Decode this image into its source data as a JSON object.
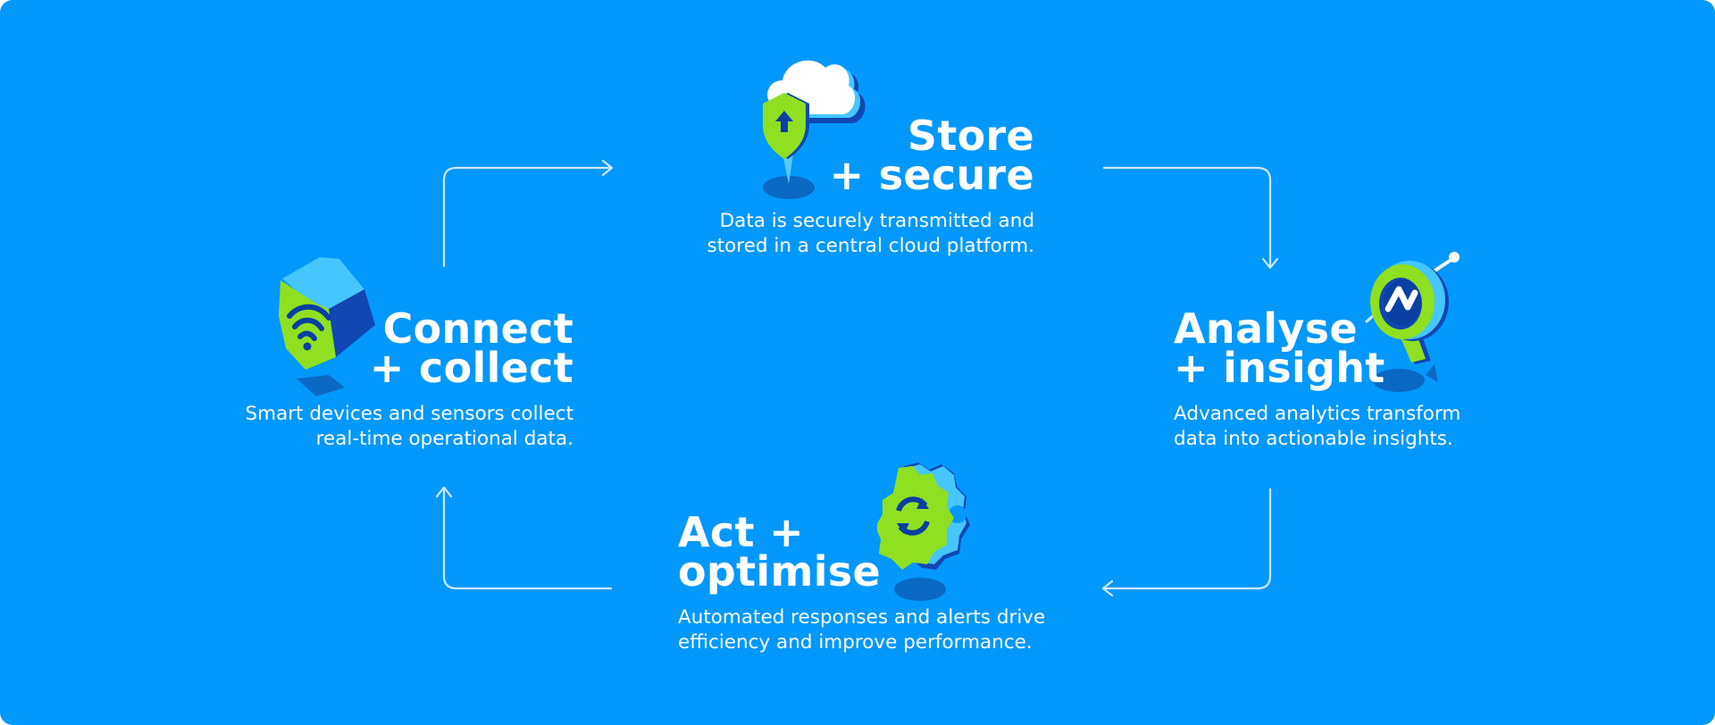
{
  "stages": [
    {
      "id": "store",
      "title_lines": [
        "Store",
        "+ secure"
      ],
      "description_lines": [
        "Data is securely transmitted and",
        "stored in a central cloud platform."
      ]
    },
    {
      "id": "analyse",
      "title_lines": [
        "Analyse",
        "+ insight"
      ],
      "description_lines": [
        "Advanced analytics transform",
        "data into actionable insights."
      ]
    },
    {
      "id": "act",
      "title_lines": [
        "Act +",
        "optimise"
      ],
      "description_lines": [
        "Automated responses and alerts drive",
        "efficiency and improve performance."
      ]
    },
    {
      "id": "connect",
      "title_lines": [
        "Connect",
        "+ collect"
      ],
      "description_lines": [
        "Smart devices and sensors collect",
        "real-time operational data."
      ]
    }
  ],
  "icons": {
    "store": "cloud-shield-icon",
    "analyse": "magnifier-chart-icon",
    "act": "gear-refresh-icon",
    "connect": "wifi-hexagon-icon"
  },
  "colors": {
    "background": "#0398fc",
    "text": "#ffffff",
    "accent_green": "#8fe020",
    "accent_light_blue": "#45c6ff",
    "accent_dark_blue": "#0a3fa3",
    "arrow": "#d5ecff"
  }
}
